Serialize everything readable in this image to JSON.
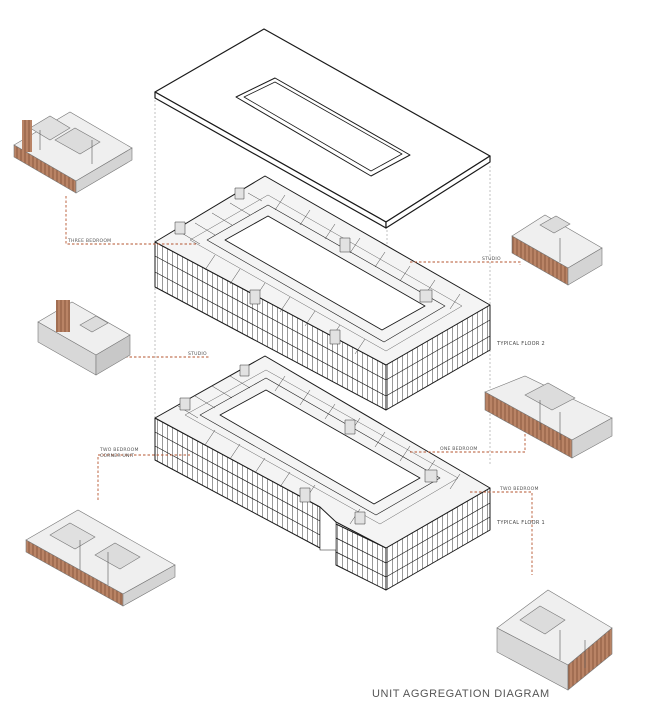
{
  "title": "UNIT AGGREGATION DIAGRAM",
  "floors": {
    "roof": "",
    "typical_floor_2": "TYPICAL FLOOR 2",
    "typical_floor_1": "TYPICAL FLOOR 1"
  },
  "unit_labels": {
    "three_bedroom": "THREE BEDROOM",
    "studio_upper": "STUDIO",
    "studio_lower": "STUDIO",
    "two_bedroom_left": "TWO BEDROOM",
    "two_bedroom_left_sub": "CORNER UNIT",
    "one_bedroom": "ONE BEDROOM",
    "two_bedroom_right": "TWO BEDROOM"
  },
  "colors": {
    "leader": "#b5552f",
    "line": "#1a1a1a",
    "facade_wood": "#b07a5a",
    "interior_grey": "#d8d8d8"
  }
}
